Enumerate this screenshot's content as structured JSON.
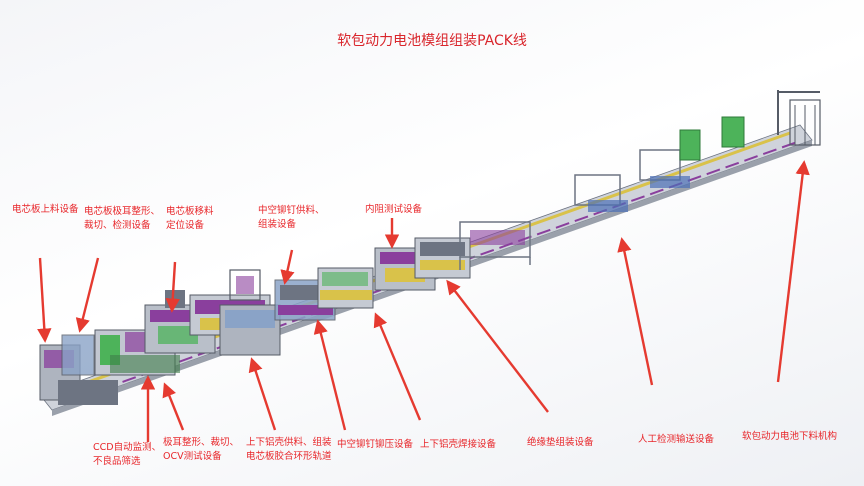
{
  "title": "软包动力电池模组组装PACK线",
  "colors": {
    "label_red": "#e8262a",
    "arrow_red": "#e53a30",
    "frame_gray": "#6d7482",
    "machine_purple": "#8a3f9d",
    "conveyor_yellow": "#d9c24a",
    "cabinet_green": "#4db35a",
    "glass_blue": "#8aa3c7"
  },
  "labels": {
    "cell_loading": "电芯板上料设备",
    "tab_shaping": "电芯板极耳整形、\n裁切、检测设备",
    "cell_transfer": "电芯板移料\n定位设备",
    "rivet_feed": "中空铆钉供料、\n组装设备",
    "internal_resistance": "内阻测试设备",
    "ccd": "CCD自动监测、\n不良品筛选",
    "tab_ocv": "极耳整形、裁切、\nOCV测试设备",
    "shell_feed": "上下铝壳供料、组装\n电芯板胶合环形轨道",
    "rivet_press": "中空铆钉铆压设备",
    "shell_weld": "上下铝壳焊接设备",
    "insulation_pad": "绝缘垫组装设备",
    "manual_inspection": "人工检测输送设备",
    "unloading": "软包动力电池下料机构"
  }
}
